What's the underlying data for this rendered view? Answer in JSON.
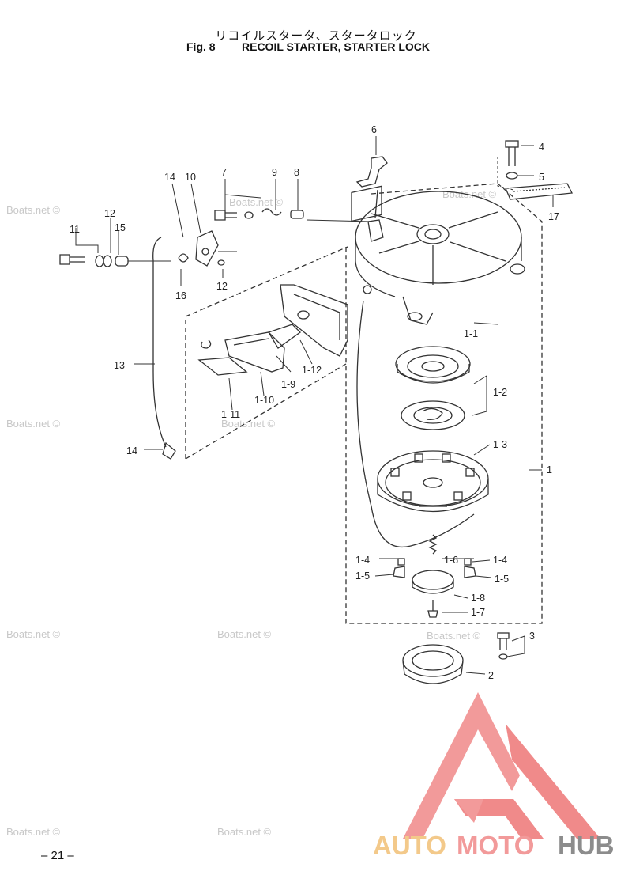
{
  "header": {
    "jp_title": "リコイルスタータ、スタータロック",
    "fig": "Fig. 8",
    "title": "RECOIL STARTER, STARTER LOCK"
  },
  "footer": {
    "page": "– 21 –"
  },
  "watermark": "Boats.net ©",
  "brand": {
    "part_a": "AUTO",
    "part_b": "MOTO",
    "part_c": "HUB"
  },
  "colors": {
    "line": "#333333",
    "watermark": "#c8c8c8",
    "logo_red": "#f08a8a",
    "logo_orange": "#f3c98a",
    "logo_gray": "#8c8c8c"
  },
  "labels": {
    "p1": "1",
    "p1_1": "1-1",
    "p1_2": "1-2",
    "p1_3": "1-3",
    "p1_4a": "1-4",
    "p1_4b": "1-4",
    "p1_5a": "1-5",
    "p1_5b": "1-5",
    "p1_6": "1-6",
    "p1_7": "1-7",
    "p1_8": "1-8",
    "p1_9": "1-9",
    "p1_10": "1-10",
    "p1_11": "1-11",
    "p1_12": "1-12",
    "p2": "2",
    "p3": "3",
    "p4": "4",
    "p5": "5",
    "p6": "6",
    "p7": "7",
    "p8": "8",
    "p9": "9",
    "p10": "10",
    "p11": "11",
    "p12a": "12",
    "p12b": "12",
    "p13": "13",
    "p14a": "14",
    "p14b": "14",
    "p15": "15",
    "p16": "16",
    "p17": "17"
  }
}
